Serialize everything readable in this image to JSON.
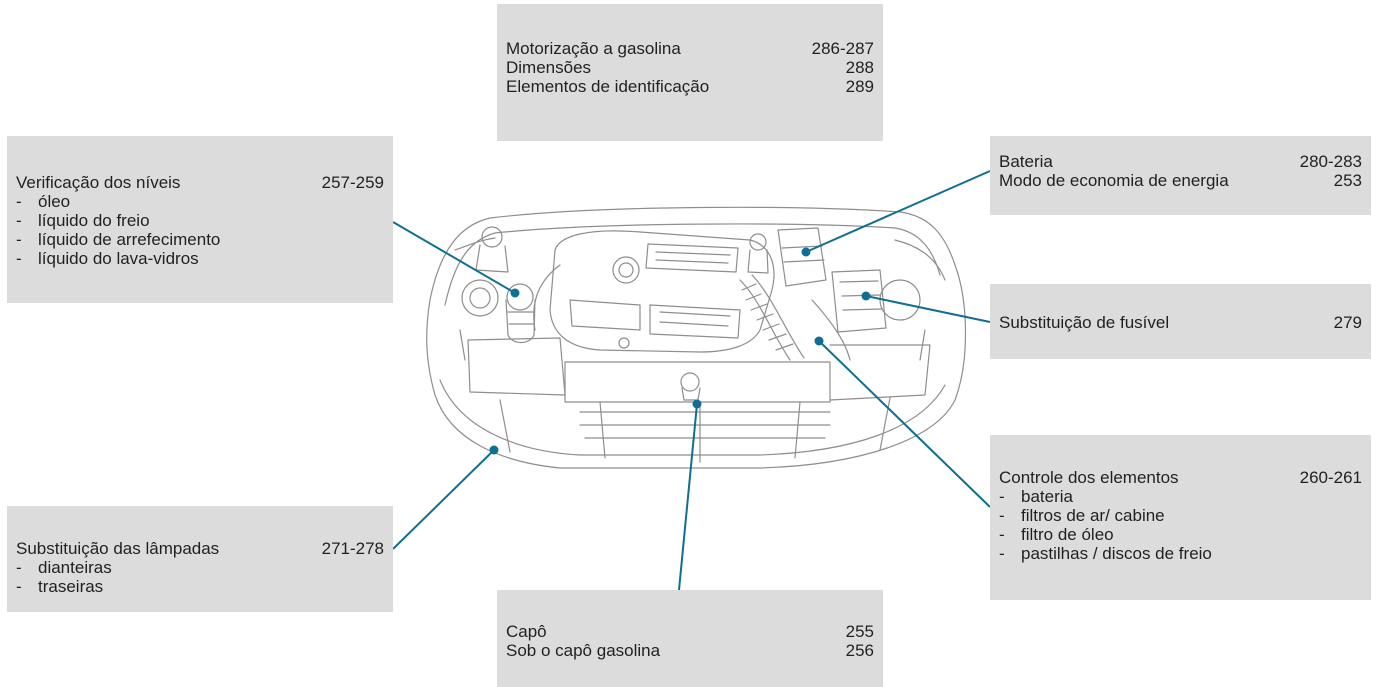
{
  "accent_color": "#0f6f93",
  "callouts": {
    "top": {
      "rows": [
        {
          "label": "Motorização a gasolina",
          "pages": "286-287"
        },
        {
          "label": "Dimensões",
          "pages": "288"
        },
        {
          "label": "Elementos de identificação",
          "pages": "289"
        }
      ]
    },
    "levels": {
      "title": "Verificação dos níveis",
      "pages": "257-259",
      "items": [
        "óleo",
        "líquido do freio",
        "líquido de arrefecimento",
        "líquido do lava-vidros"
      ]
    },
    "battery": {
      "rows": [
        {
          "label": "Bateria",
          "pages": "280-283"
        },
        {
          "label": "Modo de economia de energia",
          "pages": "253"
        }
      ]
    },
    "fuse": {
      "label": "Substituição de fusível",
      "pages": "279"
    },
    "control": {
      "title": "Controle dos elementos",
      "pages": "260-261",
      "items": [
        "bateria",
        "filtros de ar/ cabine",
        "filtro de óleo",
        "pastilhas / discos de freio"
      ]
    },
    "lamps": {
      "title": "Substituição das lâmpadas",
      "pages": "271-278",
      "items": [
        "dianteiras",
        "traseiras"
      ]
    },
    "hood": {
      "rows": [
        {
          "label": "Capô",
          "pages": "255"
        },
        {
          "label": "Sob o capô gasolina",
          "pages": "256"
        }
      ]
    }
  },
  "illustration": {
    "subject": "engine-compartment-gasoline"
  }
}
